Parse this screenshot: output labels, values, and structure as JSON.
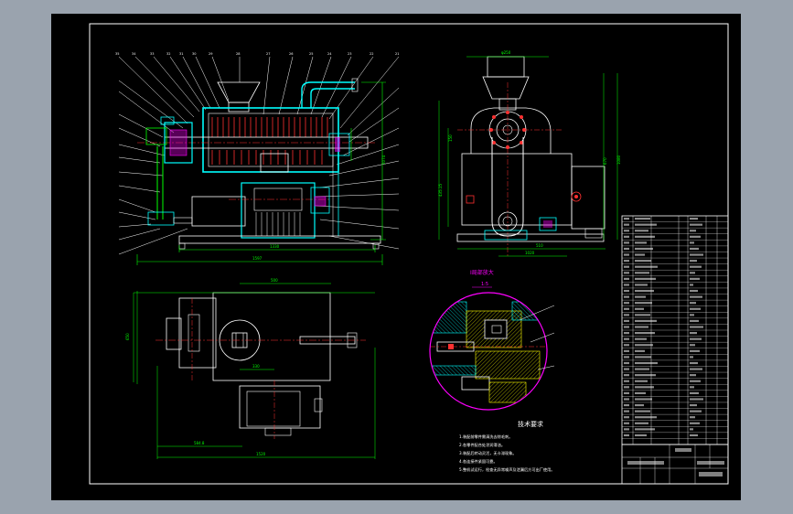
{
  "viewport": {
    "background": "#9aa3ae",
    "sheet": "#000000"
  },
  "colors": {
    "outline": "#ffffff",
    "dimension": "#00ff00",
    "section": "#00ffff",
    "centerline": "#ff3030",
    "detail": "#ff00ff",
    "hatch": "#ffff00"
  },
  "detail_view": {
    "title": "I局部放大",
    "scale": "1:5"
  },
  "tech_requirements": {
    "title": "技术要求",
    "items": [
      "1.装配前零件需清洗去除毛刺。",
      "2.各零件配合处涂润滑油。",
      "3.装配后转动灵活，无卡滞现象。",
      "4.各连接件紧固可靠。",
      "5.整机试运行，检查无异常噪声及泄漏后方可出厂使用。"
    ]
  }
}
